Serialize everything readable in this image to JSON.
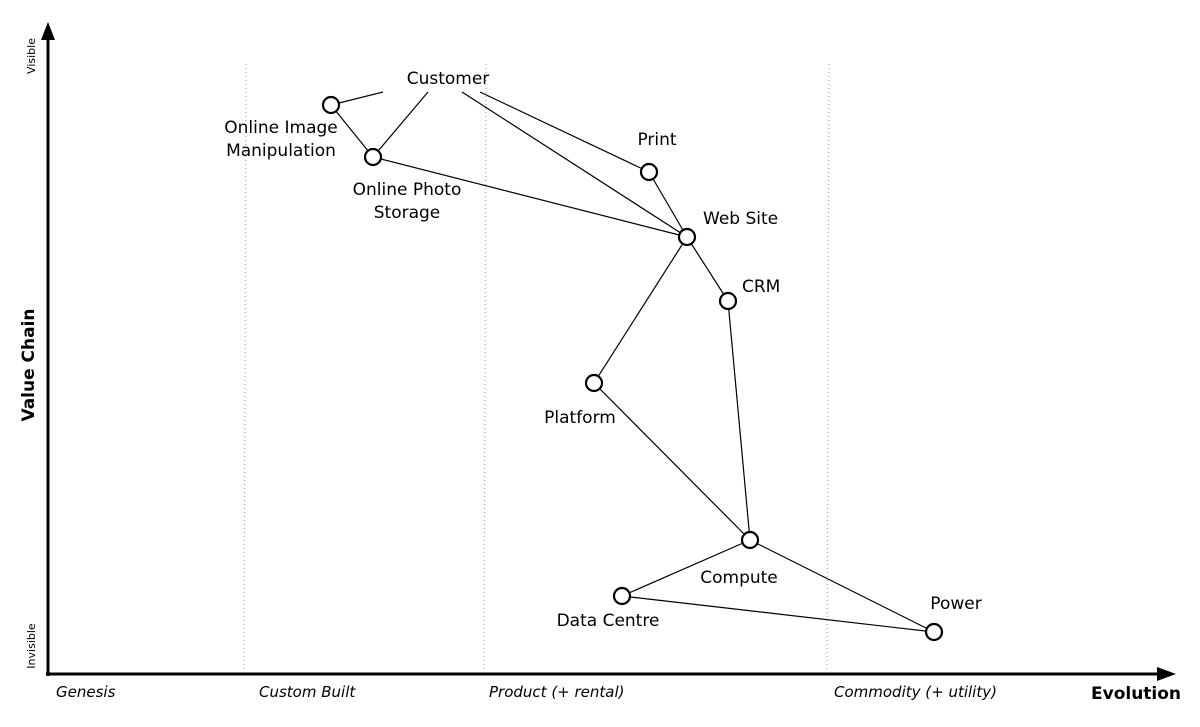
{
  "axes": {
    "x_title": "Evolution",
    "y_title": "Value Chain",
    "y_top": "Visible",
    "y_bottom": "Invisible"
  },
  "stages": [
    "Genesis",
    "Custom Built",
    "Product (+ rental)",
    "Commodity (+ utility)"
  ],
  "components": [
    {
      "id": "customer",
      "name": [
        "Customer"
      ]
    },
    {
      "id": "online-image-manipulation",
      "name": [
        "Online Image",
        "Manipulation"
      ]
    },
    {
      "id": "online-photo-storage",
      "name": [
        "Online Photo",
        "Storage"
      ]
    },
    {
      "id": "print",
      "name": [
        "Print"
      ]
    },
    {
      "id": "web-site",
      "name": [
        "Web Site"
      ]
    },
    {
      "id": "crm",
      "name": [
        "CRM"
      ]
    },
    {
      "id": "platform",
      "name": [
        "Platform"
      ]
    },
    {
      "id": "compute",
      "name": [
        "Compute"
      ]
    },
    {
      "id": "data-centre",
      "name": [
        "Data Centre"
      ]
    },
    {
      "id": "power",
      "name": [
        "Power"
      ]
    }
  ],
  "links": [
    [
      "customer",
      "online-image-manipulation"
    ],
    [
      "customer",
      "online-photo-storage"
    ],
    [
      "customer",
      "web-site"
    ],
    [
      "customer",
      "print"
    ],
    [
      "online-image-manipulation",
      "online-photo-storage"
    ],
    [
      "online-photo-storage",
      "web-site"
    ],
    [
      "print",
      "web-site"
    ],
    [
      "web-site",
      "crm"
    ],
    [
      "web-site",
      "platform"
    ],
    [
      "crm",
      "compute"
    ],
    [
      "platform",
      "compute"
    ],
    [
      "compute",
      "data-centre"
    ],
    [
      "compute",
      "power"
    ],
    [
      "data-centre",
      "power"
    ]
  ]
}
